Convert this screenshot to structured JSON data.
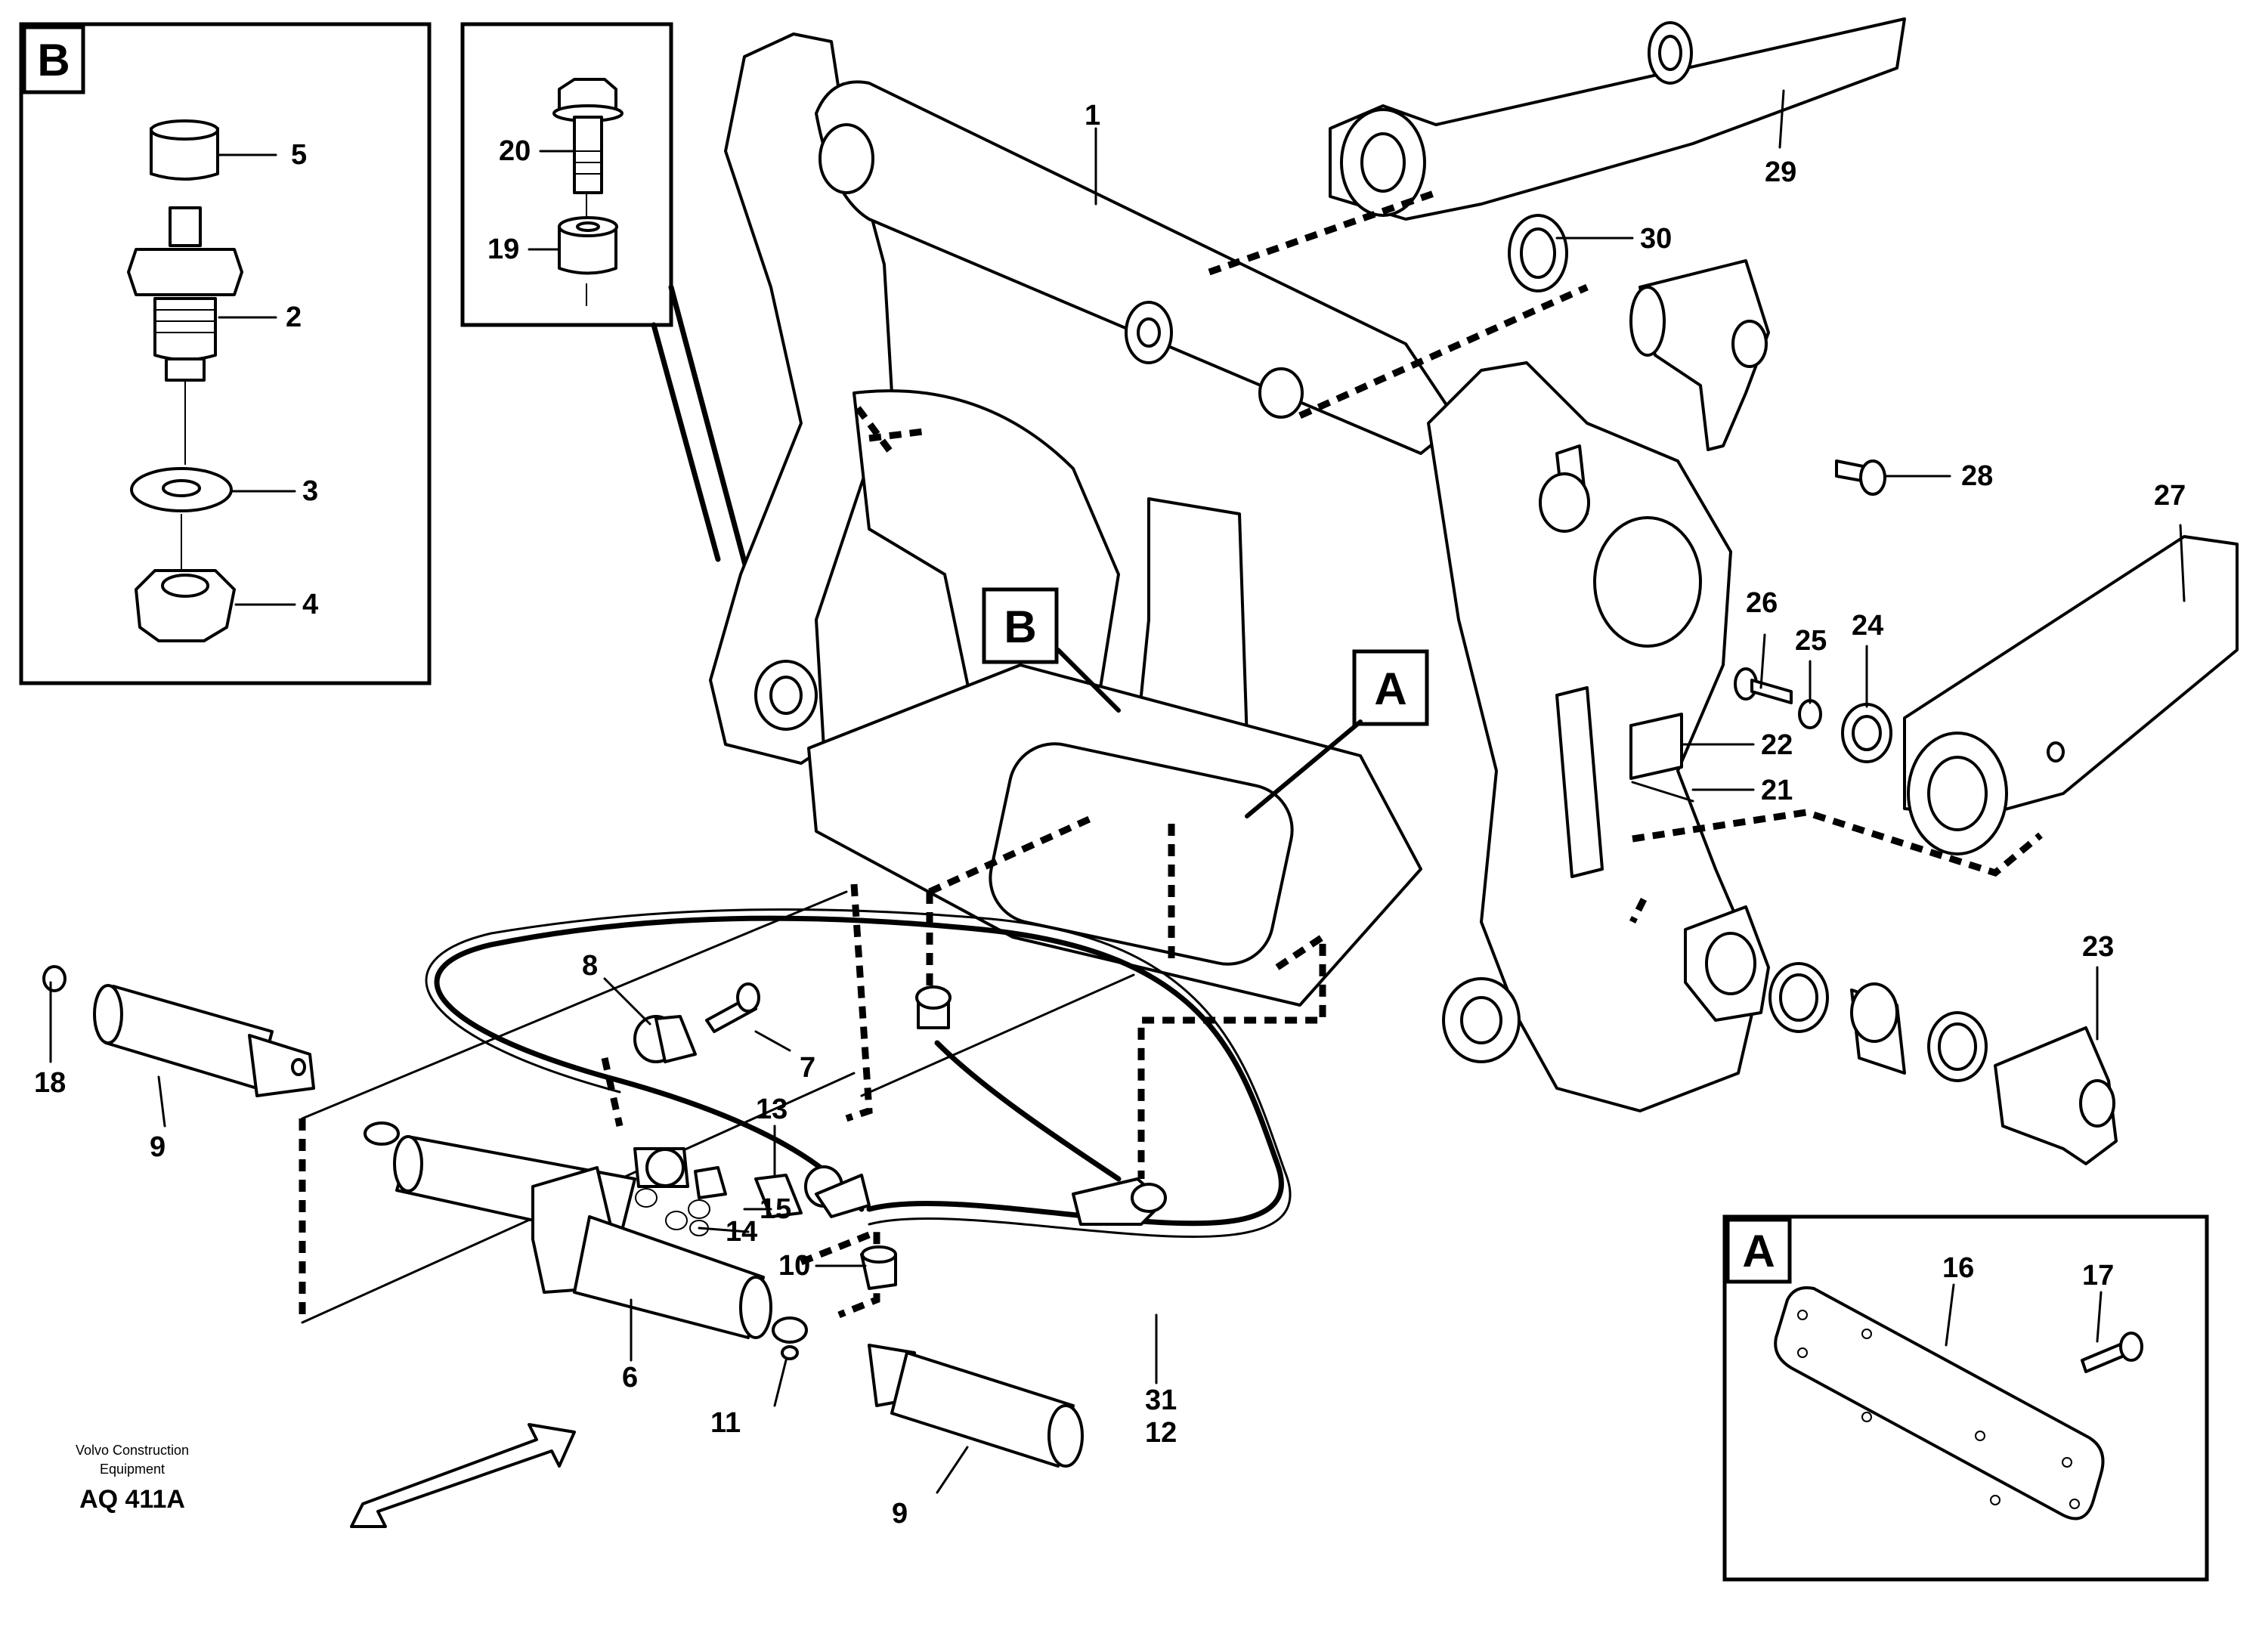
{
  "detail_b": {
    "letter": "B",
    "callouts": [
      {
        "num": "5"
      },
      {
        "num": "2"
      },
      {
        "num": "3"
      },
      {
        "num": "4"
      }
    ]
  },
  "detail_bolt": {
    "callouts": [
      {
        "num": "20"
      },
      {
        "num": "19"
      }
    ]
  },
  "main": {
    "flag_b": "B",
    "flag_a": "A",
    "callouts": [
      {
        "num": "1"
      },
      {
        "num": "29"
      },
      {
        "num": "30"
      },
      {
        "num": "28"
      },
      {
        "num": "27"
      },
      {
        "num": "26"
      },
      {
        "num": "25"
      },
      {
        "num": "24"
      },
      {
        "num": "22"
      },
      {
        "num": "21"
      },
      {
        "num": "23"
      },
      {
        "num": "8"
      },
      {
        "num": "7"
      },
      {
        "num": "18"
      },
      {
        "num": "9"
      },
      {
        "num": "13"
      },
      {
        "num": "15"
      },
      {
        "num": "14"
      },
      {
        "num": "10"
      },
      {
        "num": "6"
      },
      {
        "num": "11"
      },
      {
        "num": "31"
      },
      {
        "num": "12"
      },
      {
        "num": "9"
      }
    ]
  },
  "detail_a": {
    "letter": "A",
    "callouts": [
      {
        "num": "16"
      },
      {
        "num": "17"
      }
    ]
  },
  "footer": {
    "line1": "Volvo Construction",
    "line2": "Equipment",
    "code": "AQ 411A"
  }
}
